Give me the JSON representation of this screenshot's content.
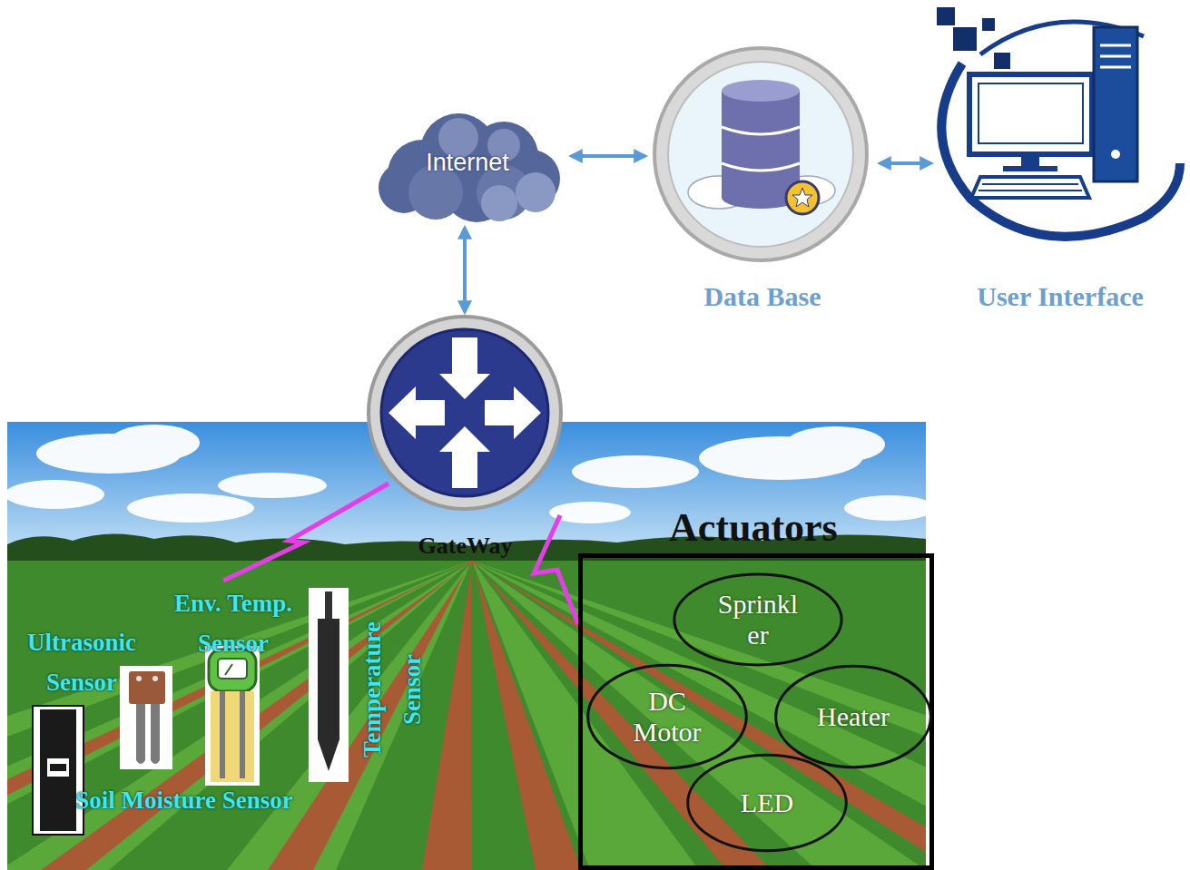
{
  "diagram": {
    "nodes": [
      {
        "text": [
          "Internet"
        ]
      },
      {
        "text": [
          "Data Base"
        ]
      },
      {
        "text": [
          "User Interface"
        ]
      },
      {
        "text": [
          "GateWay"
        ]
      },
      {
        "text": [
          "Actuators"
        ]
      },
      {
        "text": [
          "Sprinkl er"
        ],
        "in": 4
      },
      {
        "text": [
          "DC Motor"
        ],
        "in": 4
      },
      {
        "text": [
          "Heater"
        ],
        "in": 4
      },
      {
        "text": [
          "LED"
        ],
        "in": 4
      }
    ],
    "edges": [
      {
        "from": 0,
        "to": 1,
        "arrow": "both"
      },
      {
        "from": 1,
        "to": 2,
        "arrow": "both"
      },
      {
        "from": 0,
        "to": 3,
        "arrow": "both"
      },
      {
        "from": 3,
        "to": 4,
        "arrow": "none"
      }
    ],
    "labels": [
      "Ultrasonic Sensor",
      "Env. Temp. Sensor",
      "Soil Moisture Sensor",
      "Temperature Sensor"
    ]
  }
}
